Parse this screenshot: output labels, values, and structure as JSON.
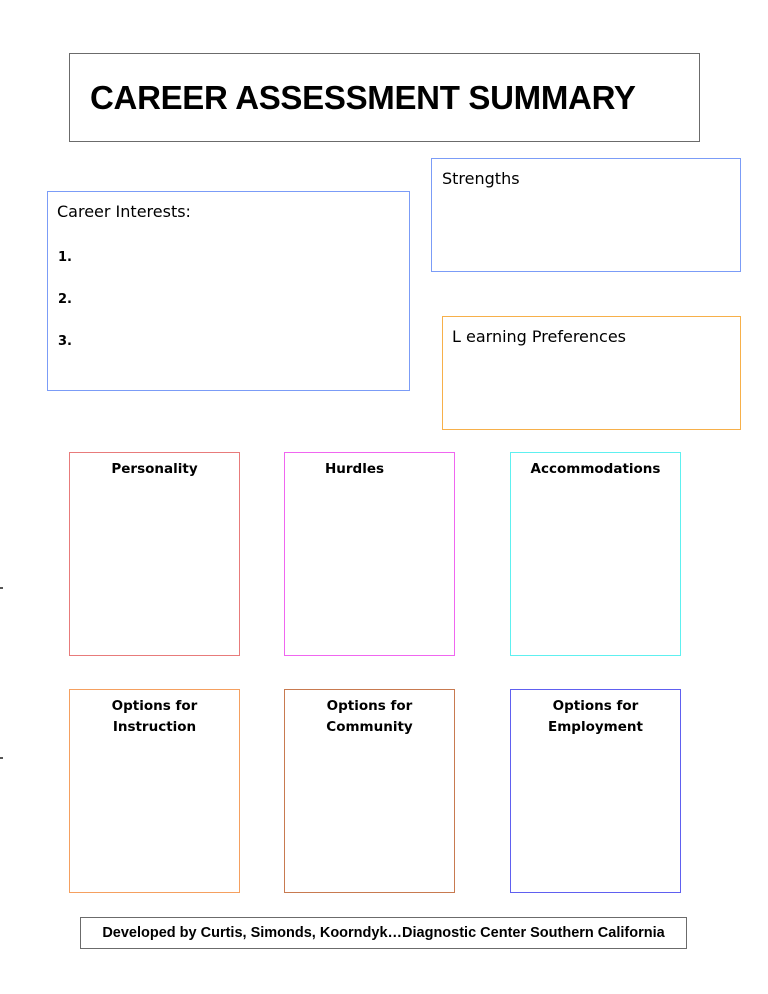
{
  "title": "CAREER ASSESSMENT SUMMARY",
  "career_interests": {
    "label": "Career Interests:",
    "items": [
      "1.",
      "2.",
      "3."
    ],
    "border_color": "#7b9cf7"
  },
  "strengths": {
    "label": "Strengths",
    "border_color": "#7b9cf7"
  },
  "learning_preferences": {
    "label": "L earning Preferences",
    "border_color": "#f7b04a"
  },
  "cards_row1": [
    {
      "title": "Personality",
      "border_color": "#e87b7b"
    },
    {
      "title": "Hurdles",
      "border_color": "#f066f0"
    },
    {
      "title": "Accommodations",
      "border_color": "#5ef0f0"
    }
  ],
  "cards_row2": [
    {
      "title_line1": "Options for",
      "title_line2": "Instruction",
      "border_color": "#f5a060"
    },
    {
      "title_line1": "Options for",
      "title_line2": "Community",
      "border_color": "#c87a50"
    },
    {
      "title_line1": "Options for",
      "title_line2": "Employment",
      "border_color": "#6060f0"
    }
  ],
  "footer": "Developed by Curtis, Simonds, Koorndyk…Diagnostic Center Southern California"
}
